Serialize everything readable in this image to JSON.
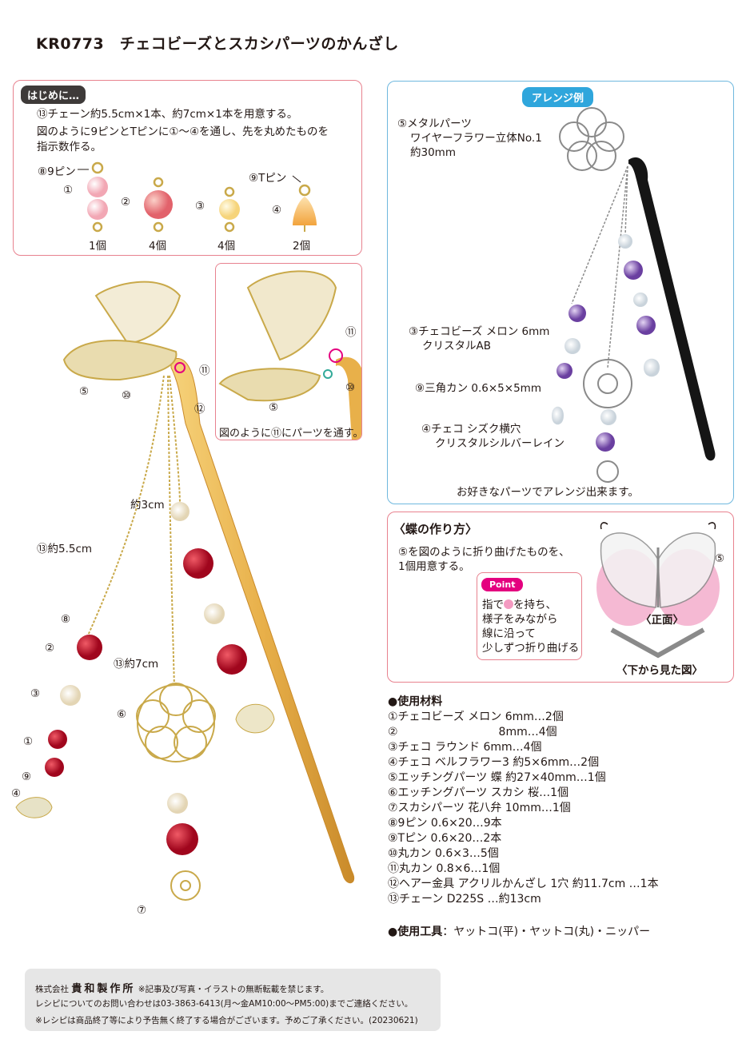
{
  "title": "KR0773　チェコビーズとスカシパーツのかんざし",
  "intro": {
    "badge": "はじめに…",
    "lines": [
      "⑬チェーン約5.5cm×1本、約7cm×1本を用意する。",
      "図のように9ピンとTピンに①〜④を通し、先を丸めたものを",
      "指示数作る。"
    ],
    "parts": {
      "nine_pin": "⑧9ピン",
      "t_pin": "⑨Tピン",
      "p1": "①",
      "p2": "②",
      "p3": "③",
      "p4": "④",
      "c1": "1個",
      "c2": "4個",
      "c3": "4個",
      "c4": "2個"
    }
  },
  "main_labels": {
    "l5": "⑤",
    "l10": "⑩",
    "l11": "⑪",
    "l12": "⑫",
    "cm3": "約3cm",
    "chain55": "⑬約5.5cm",
    "chain7": "⑬約7cm",
    "l8": "⑧",
    "l2": "②",
    "l3": "③",
    "l1": "①",
    "l9": "⑨",
    "l4": "④",
    "l6": "⑥",
    "l7": "⑦"
  },
  "inset": {
    "caption": "図のように⑪にパーツを通す。",
    "l11": "⑪",
    "l10": "⑩",
    "l5": "⑤"
  },
  "arrange": {
    "badge": "アレンジ例",
    "metal_parts": [
      "⑤メタルパーツ",
      "ワイヤーフラワー立体No.1",
      "約30mm"
    ],
    "czech": [
      "③チェコビーズ メロン 6mm",
      "クリスタルAB"
    ],
    "ring": "⑨三角カン 0.6×5×5mm",
    "drop": [
      "④チェコ シズク横穴",
      "クリスタルシルバーレイン"
    ],
    "footer": "お好きなパーツでアレンジ出来ます。"
  },
  "butterfly": {
    "heading": "〈蝶の作り方〉",
    "text": [
      "⑤を図のように折り曲げたものを、",
      "1個用意する。"
    ],
    "point_badge": "Point",
    "point_pre": "指で",
    "point_post": "を持ち、",
    "point_lines": [
      "様子をみながら",
      "線に沿って",
      "少しずつ折り曲げる"
    ],
    "front": "〈正面〉",
    "label5": "⑤",
    "below": "〈下から見た図〉"
  },
  "materials": {
    "heading": "●使用材料",
    "items": [
      "①チェコビーズ メロン 6mm…2個",
      "②　　　　　　　　　8mm…4個",
      "③チェコ ラウンド 6mm…4個",
      "④チェコ ベルフラワー3 約5×6mm…2個",
      "⑤エッチングパーツ 蝶 約27×40mm…1個",
      "⑥エッチングパーツ スカシ 桜…1個",
      "⑦スカシパーツ 花八弁 10mm…1個",
      "⑧9ピン 0.6×20…9本",
      "⑨Tピン 0.6×20…2本",
      "⑩丸カン 0.6×3…5個",
      "⑪丸カン 0.8×6…1個",
      "⑫ヘアー金具 アクリルかんざし 1穴 約11.7cm …1本",
      "⑬チェーン D225S …約13cm"
    ],
    "tools_label": "●使用工具",
    "tools": "：ヤットコ(平)・ヤットコ(丸)・ニッパー"
  },
  "footer": {
    "company_prefix": "株式会社",
    "company": "貴和製作所",
    "notice": "※記事及び写真・イラストの無断転載を禁じます。",
    "contact": "レシピについてのお問い合わせは03-3863-6413(月〜金AM10:00〜PM5:00)までご連絡ください。",
    "end": "※レシピは商品終了等により予告無く終了する場合がございます。予めご了承ください。(20230621)"
  },
  "colors": {
    "pink_border": "#e8828f",
    "blue_border": "#6fb8de",
    "point_magenta": "#e4007f",
    "red_bead": "#c8102e",
    "gold": "#c9a94a",
    "amber": "#e8b04a"
  }
}
